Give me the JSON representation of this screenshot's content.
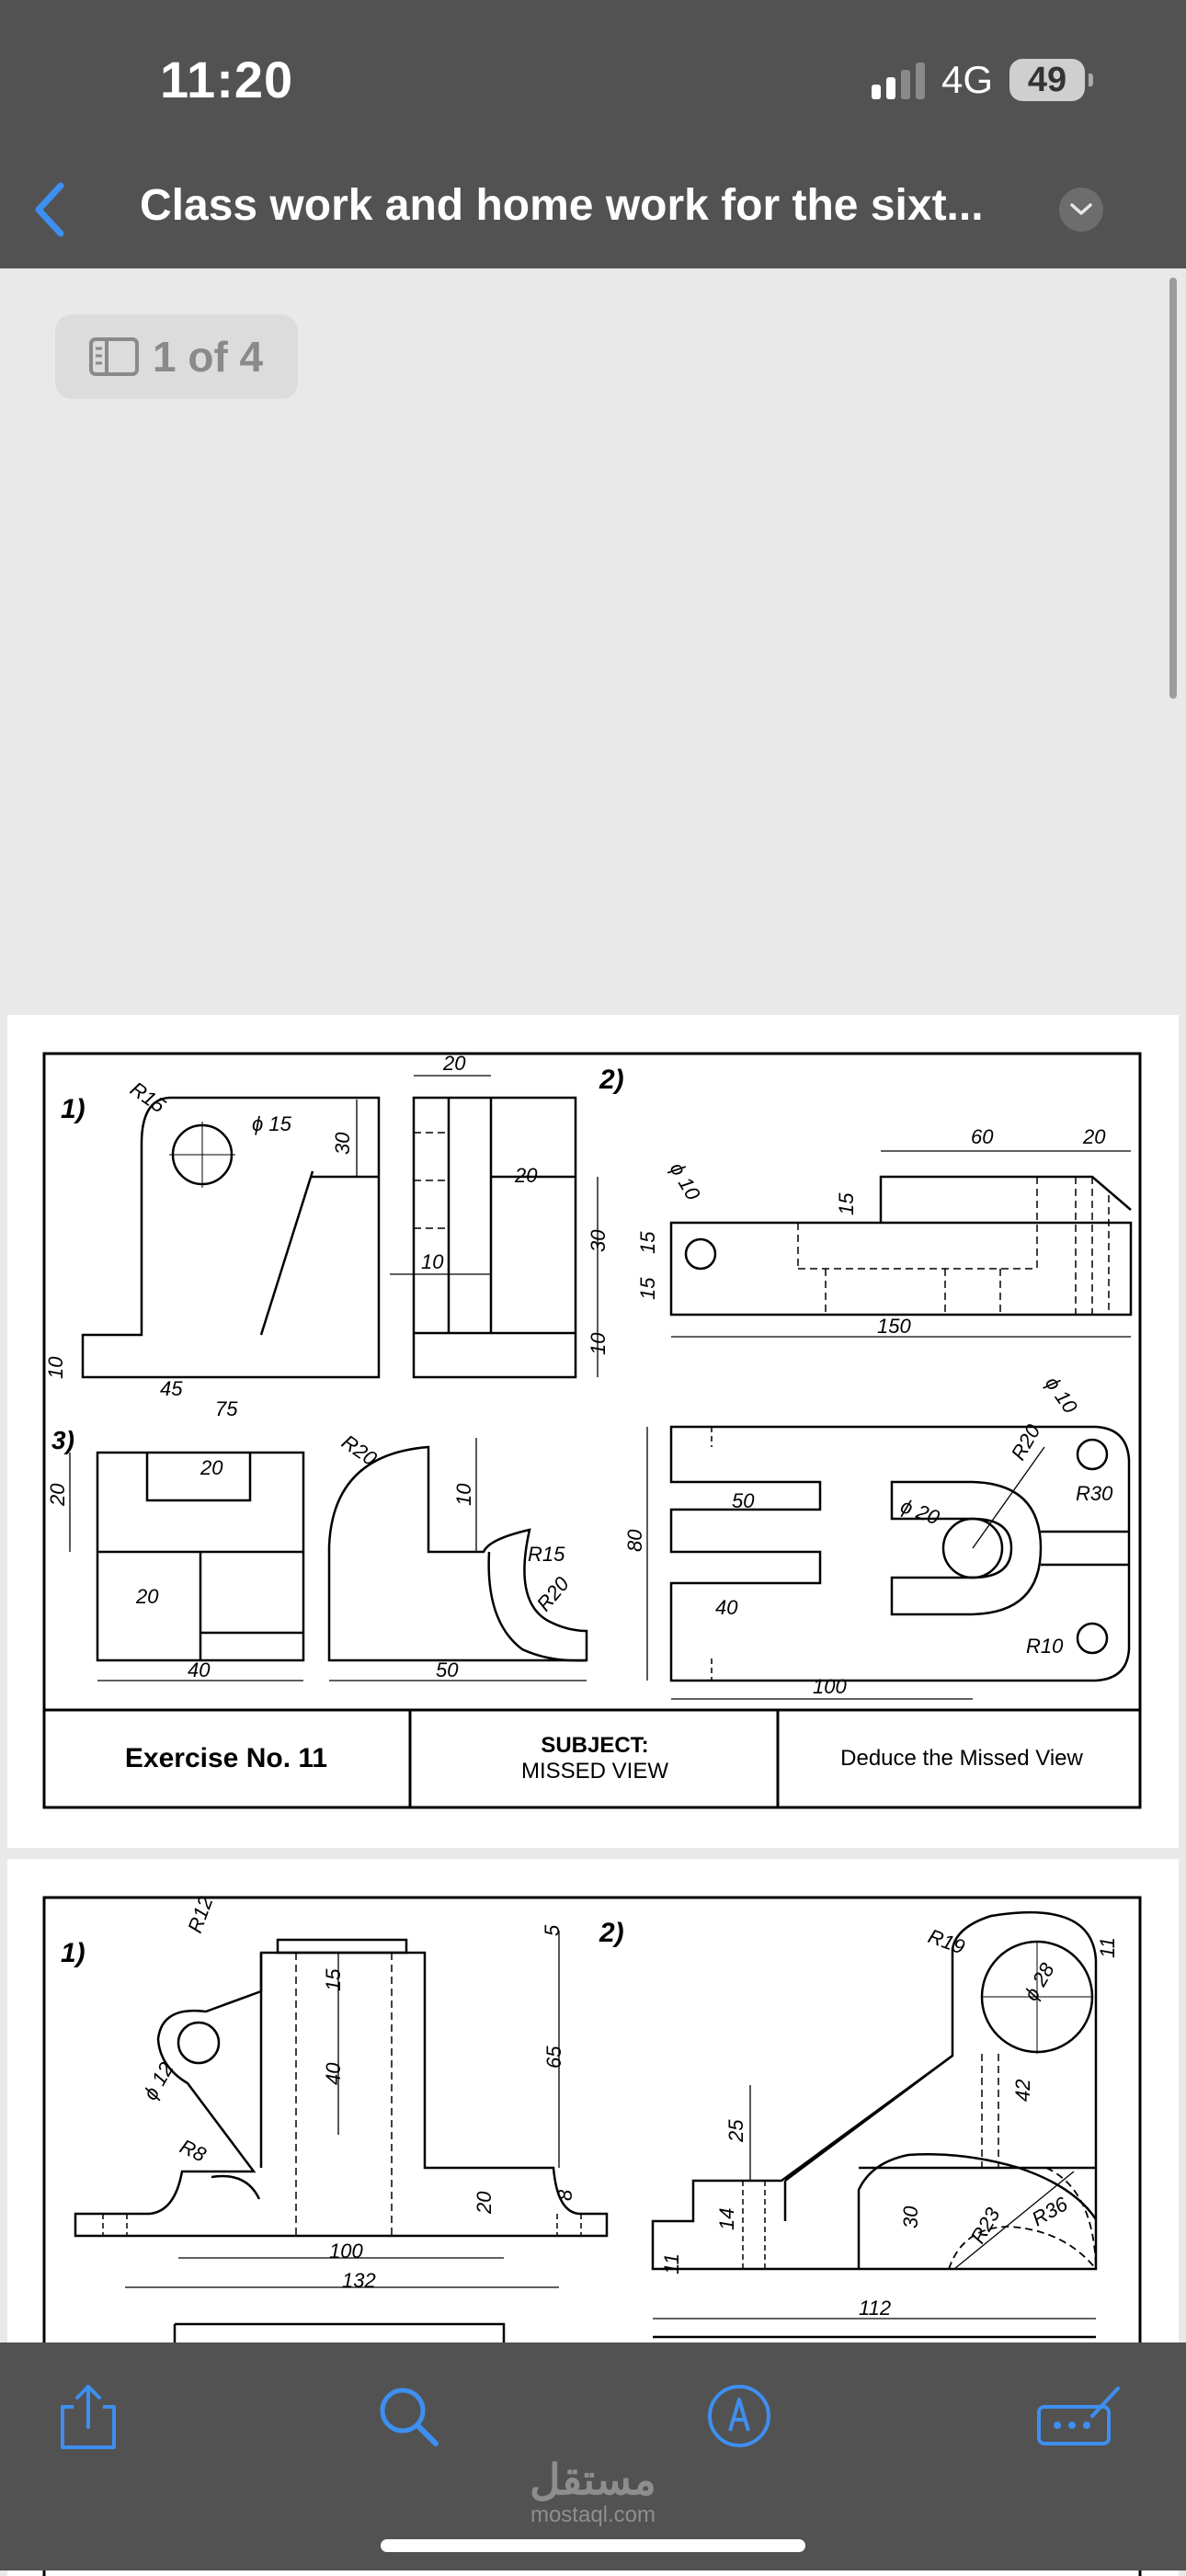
{
  "status_bar": {
    "time": "11:20",
    "network": "4G",
    "battery": "49"
  },
  "nav": {
    "title": "Class work and home work for the sixt..."
  },
  "page_indicator": "1 of 4",
  "page1": {
    "views": [
      "1)",
      "2)",
      "3)"
    ],
    "dims": [
      "R15",
      "ϕ 15",
      "30",
      "20",
      "20",
      "10",
      "30",
      "10",
      "10",
      "45",
      "75",
      "ϕ 10",
      "15",
      "15",
      "15",
      "60",
      "20",
      "150",
      "20",
      "R20",
      "10",
      "R15",
      "R20",
      "20",
      "20",
      "40",
      "50",
      "80",
      "ϕ 10",
      "R20",
      "R30",
      "ϕ 20",
      "50",
      "40",
      "R10",
      "100"
    ],
    "title_block": {
      "exercise": "Exercise No. 11",
      "subject_label": "SUBJECT:",
      "subject_value": "MISSED  VIEW",
      "description": "Deduce the Missed View"
    }
  },
  "page2": {
    "views": [
      "1)",
      "2)"
    ],
    "dims": [
      "R12",
      "ϕ 12",
      "R8",
      "15",
      "40",
      "5",
      "65",
      "20",
      "8",
      "100",
      "132",
      "R19",
      "ϕ 28",
      "11",
      "42",
      "25",
      "14",
      "11",
      "30",
      "R23",
      "R36",
      "112"
    ]
  },
  "watermark": {
    "arabic": "مستقل",
    "latin": "mostaql.com"
  },
  "colors": {
    "accent": "#3d8ff0",
    "bar": "#525252",
    "background": "#e9e9e9"
  },
  "icons": [
    "back-chevron-icon",
    "dropdown-chevron-icon",
    "sidebar-icon",
    "share-icon",
    "search-icon",
    "markup-icon",
    "more-icon"
  ]
}
